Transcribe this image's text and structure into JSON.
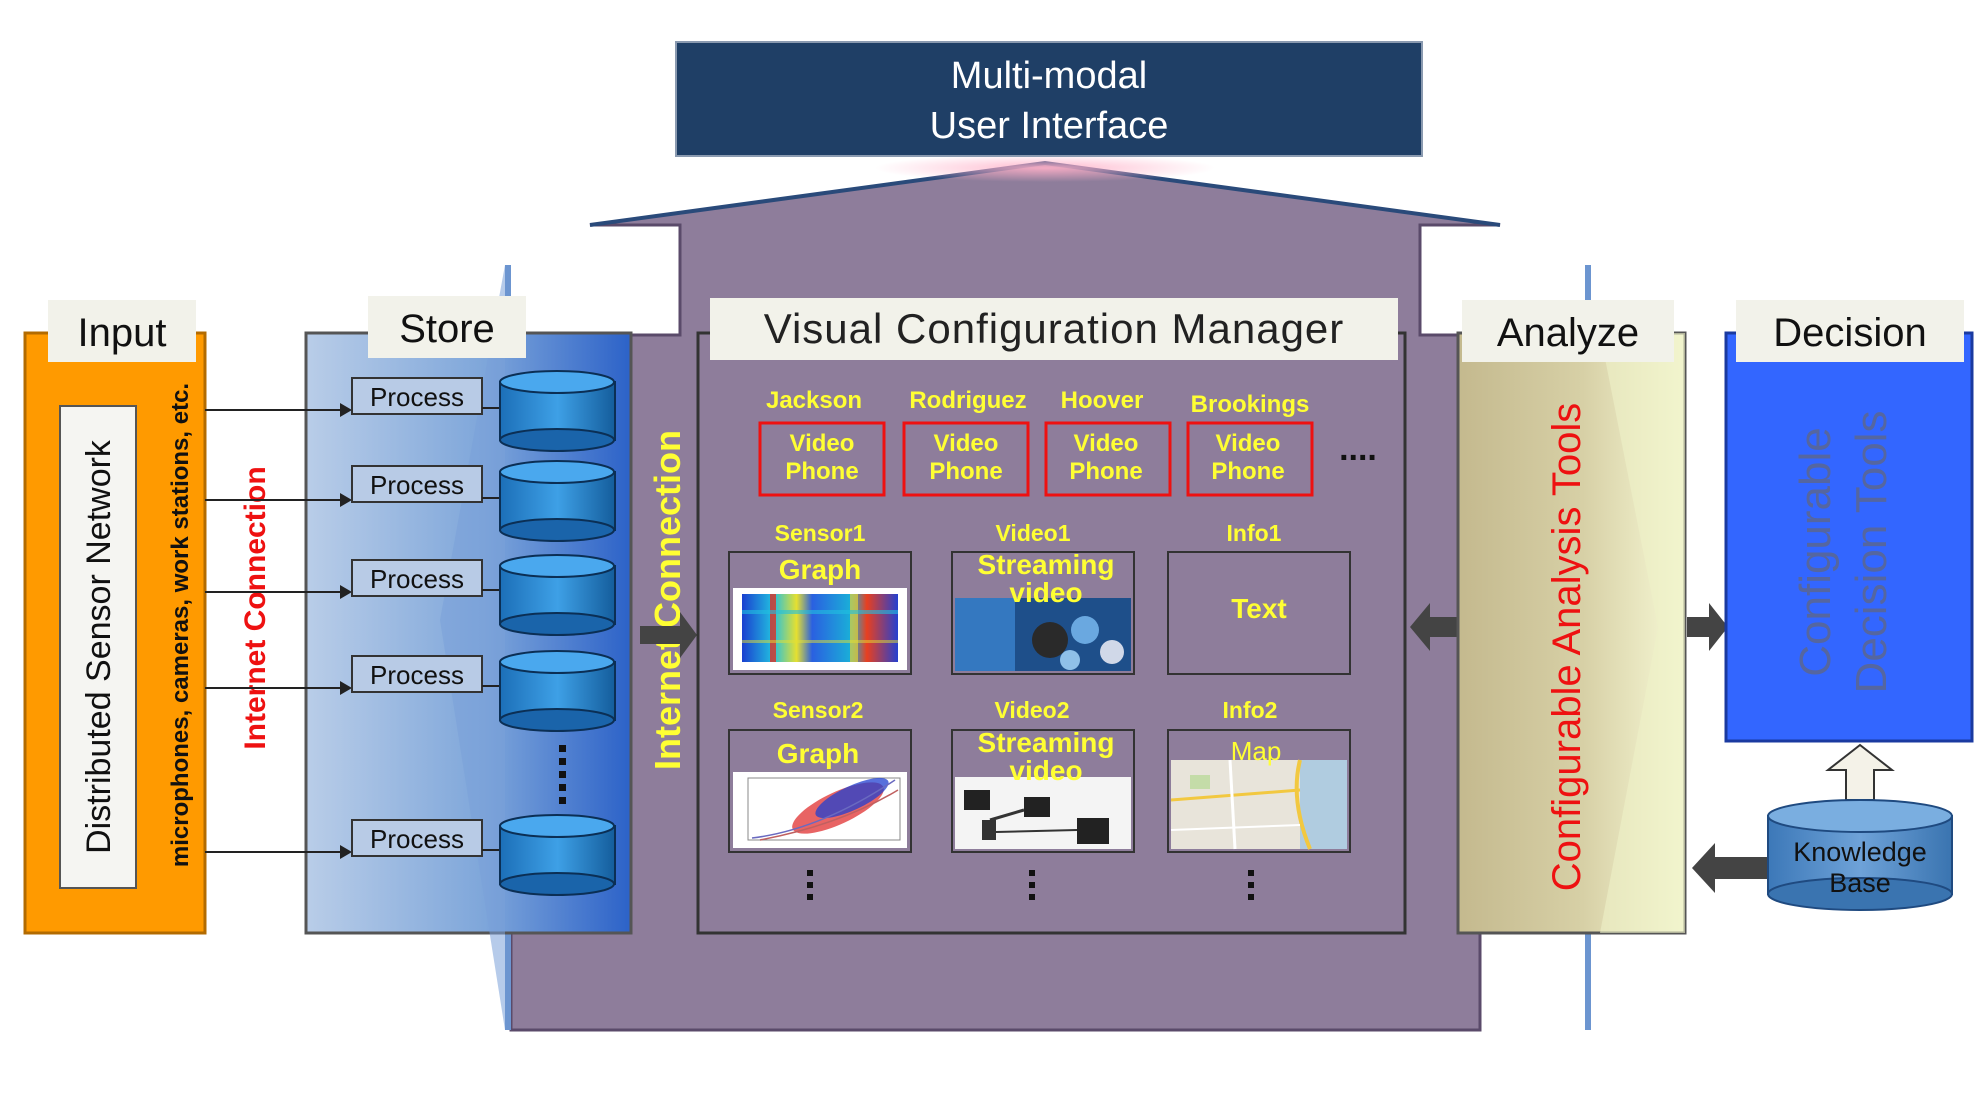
{
  "top_banner": {
    "line1": "Multi-modal",
    "line2": "User Interface"
  },
  "input": {
    "title": "Input",
    "network_label": "Distributed Sensor Network",
    "devices_label": "microphones, cameras, work stations, etc."
  },
  "store": {
    "title": "Store",
    "internet_label": "Internet Connection",
    "process_labels": [
      "Process",
      "Process",
      "Process",
      "Process",
      "Process"
    ]
  },
  "middle": {
    "internet_label": "Internet Connection",
    "title": "Visual Configuration Manager",
    "people": [
      "Jackson",
      "Rodriguez",
      "Hoover",
      "Brookings"
    ],
    "video_phone_line1": "Video",
    "video_phone_line2": "Phone",
    "more_dots": "....",
    "row1": [
      {
        "label": "Sensor1",
        "title": "Graph"
      },
      {
        "label": "Video1",
        "title": "Streaming video"
      },
      {
        "label": "Info1",
        "title": "Text"
      }
    ],
    "row2": [
      {
        "label": "Sensor2",
        "title": "Graph"
      },
      {
        "label": "Video2",
        "title": "Streaming video"
      },
      {
        "label": "Info2",
        "title": "Map"
      }
    ]
  },
  "analyze": {
    "title": "Analyze",
    "tools_label": "Configurable Analysis Tools"
  },
  "decision": {
    "title": "Decision",
    "tools_line1": "Configurable",
    "tools_line2": "Decision Tools",
    "kb_line1": "Knowledge",
    "kb_line2": "Base"
  },
  "colors": {
    "banner": "#1f3f66",
    "purple": "#8e7d9b",
    "orange": "#ff9a00",
    "store_blue": "#9dbbe0",
    "analyze_tan": "#c9bf95",
    "decision_blue": "#3366ff",
    "label_yellow": "#ffff33",
    "red": "#ee1111"
  }
}
